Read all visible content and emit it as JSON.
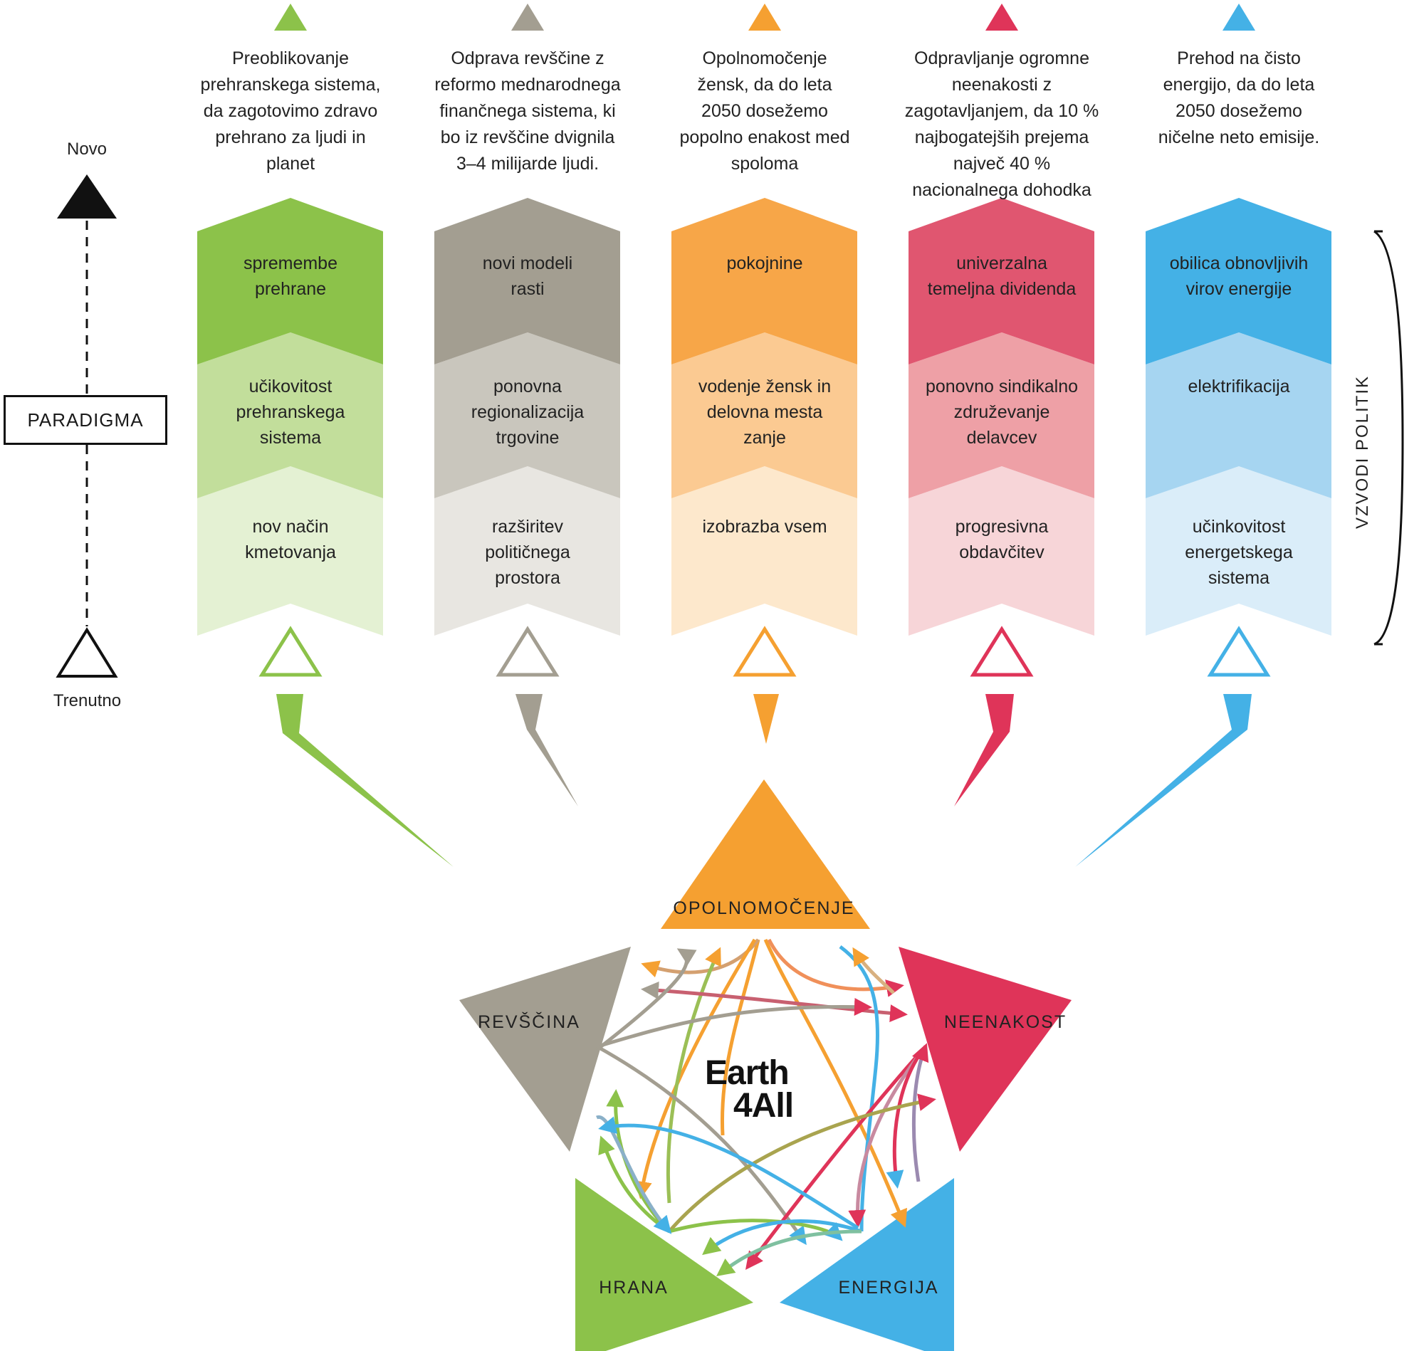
{
  "side": {
    "top_label": "Novo",
    "bottom_label": "Trenutno",
    "paradigm": "PARADIGMA",
    "right_label": "VZVODI POLITIK"
  },
  "colors": {
    "green": "#8cc24a",
    "gray": "#a39e91",
    "orange": "#f5a031",
    "red": "#df3459",
    "blue": "#44b1e6"
  },
  "columns": [
    {
      "key": "food",
      "goal": [
        "Preoblikovanje",
        "prehranskega sistema,",
        "da zagotovimo zdravo",
        "prehrano za ljudi in",
        "planet"
      ],
      "lever_top": [
        "spremembe",
        "prehrane"
      ],
      "lever_mid": [
        "učikovitost",
        "prehranskega",
        "sistema"
      ],
      "lever_low": [
        "nov način",
        "kmetovanja"
      ]
    },
    {
      "key": "poverty",
      "goal": [
        "Odprava revščine z",
        "reformo mednarodnega",
        "finančnega sistema, ki",
        "bo iz revščine dvignila",
        "3–4 milijarde ljudi."
      ],
      "lever_top": [
        "novi modeli",
        "rasti"
      ],
      "lever_mid": [
        "ponovna",
        "regionalizacija",
        "trgovine"
      ],
      "lever_low": [
        "razširitev",
        "političnega",
        "prostora"
      ]
    },
    {
      "key": "empowerment",
      "goal": [
        "Opolnomočenje",
        "žensk, da do leta",
        "2050 dosežemo",
        "popolno enakost med",
        "spoloma"
      ],
      "lever_top": [
        "pokojnine"
      ],
      "lever_mid": [
        "vodenje žensk in",
        "delovna mesta",
        "zanje"
      ],
      "lever_low": [
        "izobrazba vsem"
      ]
    },
    {
      "key": "inequality",
      "goal": [
        "Odpravljanje ogromne",
        "neenakosti z",
        "zagotavljanjem, da 10 %",
        "najbogatejših prejema",
        "največ 40 %",
        "nacionalnega dohodka"
      ],
      "lever_top": [
        "univerzalna",
        "temeljna dividenda"
      ],
      "lever_mid": [
        "ponovno sindikalno",
        "združevanje",
        "delavcev"
      ],
      "lever_low": [
        "progresivna",
        "obdavčitev"
      ]
    },
    {
      "key": "energy",
      "goal": [
        "Prehod na čisto",
        "energijo, da do leta",
        "2050 dosežemo",
        "ničelne neto emisije."
      ],
      "lever_top": [
        "obilica obnovljivih",
        "virov energije"
      ],
      "lever_mid": [
        "elektrifikacija"
      ],
      "lever_low": [
        "učinkovitost",
        "energetskega",
        "sistema"
      ]
    }
  ],
  "nodes": {
    "empowerment": "OPOLNOMOČENJE",
    "poverty": "REVŠČINA",
    "inequality": "NEENAKOST",
    "food": "HRANA",
    "energy": "ENERGIJA"
  },
  "logo": [
    "Earth",
    "4All"
  ]
}
